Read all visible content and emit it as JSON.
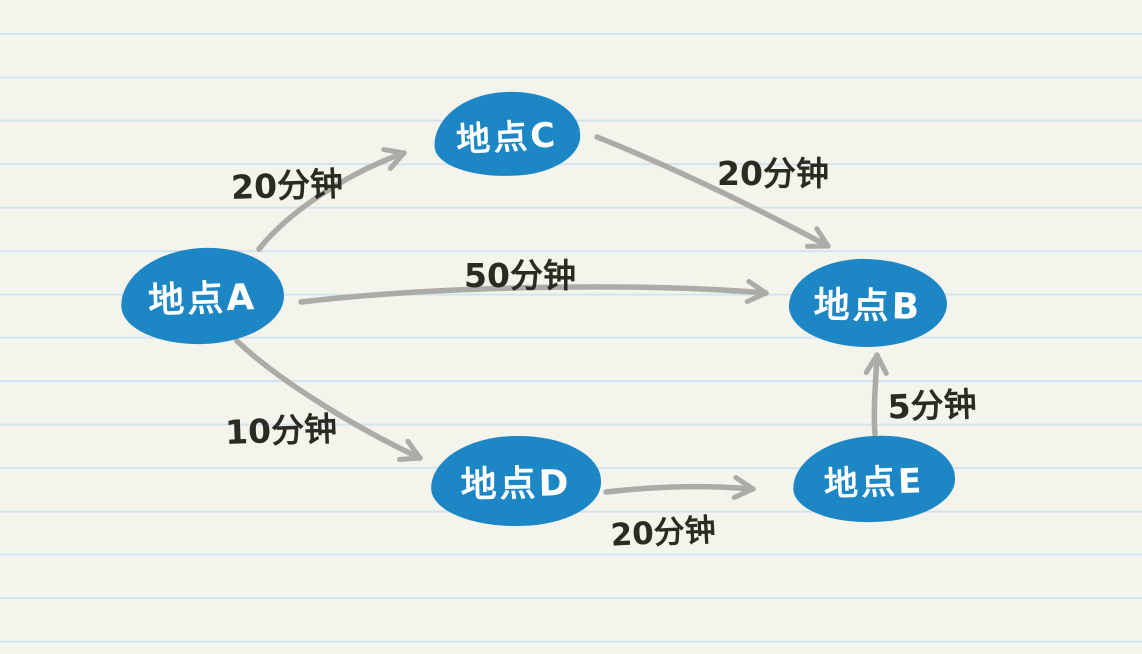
{
  "diagram": {
    "description": "Hand-drawn route map on ruled notebook paper showing travel times between locations",
    "nodes": [
      {
        "id": "A",
        "label": "地点A"
      },
      {
        "id": "B",
        "label": "地点B"
      },
      {
        "id": "C",
        "label": "地点C"
      },
      {
        "id": "D",
        "label": "地点D"
      },
      {
        "id": "E",
        "label": "地点E"
      }
    ],
    "edges": [
      {
        "from": "A",
        "to": "C",
        "label": "20分钟"
      },
      {
        "from": "C",
        "to": "B",
        "label": "20分钟"
      },
      {
        "from": "A",
        "to": "B",
        "label": "50分钟"
      },
      {
        "from": "A",
        "to": "D",
        "label": "10分钟"
      },
      {
        "from": "D",
        "to": "E",
        "label": "20分钟"
      },
      {
        "from": "E",
        "to": "B",
        "label": "5分钟"
      }
    ],
    "colors": {
      "node_fill": "#1d87c5",
      "node_text": "#ffffff",
      "arrow": "#acaba5",
      "label_text": "#2b2a23",
      "paper_background": "#f4f3ec",
      "ruled_line": "#d5e3f0"
    }
  }
}
